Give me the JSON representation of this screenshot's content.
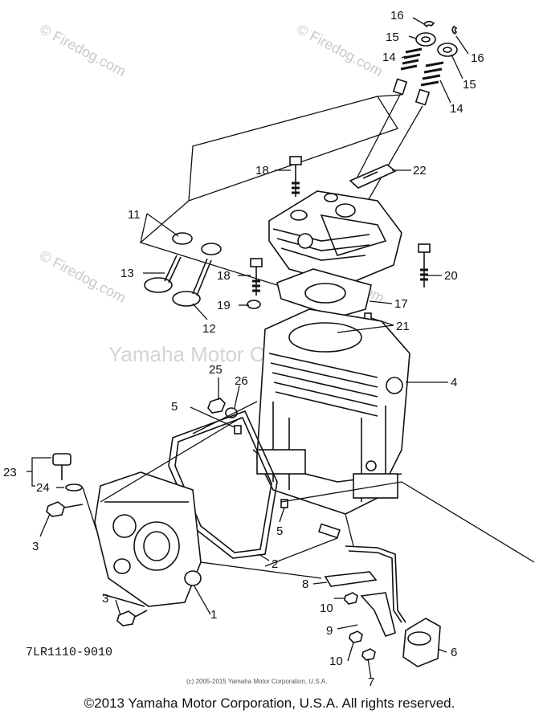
{
  "watermark": {
    "site": "© Firedog.com",
    "center": "Yamaha Motor Corp., U.S.A."
  },
  "callouts": [
    "16",
    "15",
    "14",
    "16",
    "15",
    "14",
    "18",
    "22",
    "11",
    "13",
    "18",
    "20",
    "19",
    "12",
    "17",
    "21",
    "25",
    "26",
    "4",
    "5",
    "23",
    "24",
    "3",
    "5",
    "2",
    "8",
    "10",
    "9",
    "3",
    "1",
    "10",
    "6",
    "7"
  ],
  "reference_code": "7LR1110-9010",
  "small_copyright": "(c) 2005-2015 Yamaha Motor Corporation, U.S.A.",
  "footer_copyright": "©2013 Yamaha Motor Corporation, U.S.A. All rights reserved."
}
